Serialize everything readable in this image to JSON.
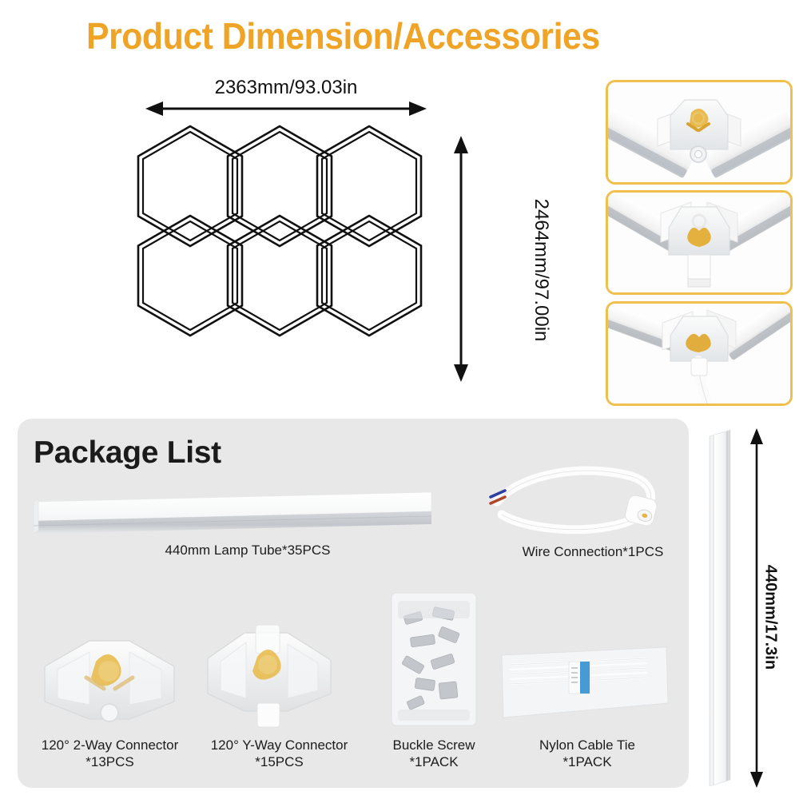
{
  "header": {
    "title": "Product Dimension/Accessories",
    "title_color": "#EFA427"
  },
  "dimensions": {
    "overall_width": "2363mm/93.03in",
    "overall_height": "2464mm/97.00in",
    "tube_length": "440mm/17.3in"
  },
  "diagram": {
    "name": "hexagon-grid",
    "top_row_count": 3,
    "bottom_row_count": 3,
    "total_hexagons": 6,
    "stroke_color": "#111111"
  },
  "photos": [
    {
      "name": "connector-2way-photo",
      "alt": "120 degree 2-way corner connector with lamp tubes"
    },
    {
      "name": "connector-yway-photo",
      "alt": "120 degree Y-way connector joining three lamp tubes"
    },
    {
      "name": "connector-yway-wire-photo",
      "alt": "Y-way connector with power wire attached"
    }
  ],
  "package": {
    "title": "Package List",
    "panel_color": "#E8E8E8",
    "items": [
      {
        "name": "lamp-tube",
        "label": "440mm Lamp Tube*35PCS",
        "qty": "35PCS"
      },
      {
        "name": "wire-connection",
        "label": "Wire Connection*1PCS",
        "qty": "1PCS"
      },
      {
        "name": "connector-2way",
        "label": "120° 2-Way Connector\n*13PCS",
        "qty": "13PCS"
      },
      {
        "name": "connector-yway",
        "label": "120° Y-Way Connector\n*15PCS",
        "qty": "15PCS"
      },
      {
        "name": "buckle-screw",
        "label": "Buckle Screw\n*1PACK",
        "qty": "1PACK"
      },
      {
        "name": "nylon-cable-tie",
        "label": "Nylon Cable Tie\n*1PACK",
        "qty": "1PACK"
      }
    ]
  },
  "colors": {
    "accent_orange": "#EFA427",
    "border_orange": "#EFC04E",
    "panel_gray": "#E8E8E8",
    "line_black": "#111111"
  }
}
